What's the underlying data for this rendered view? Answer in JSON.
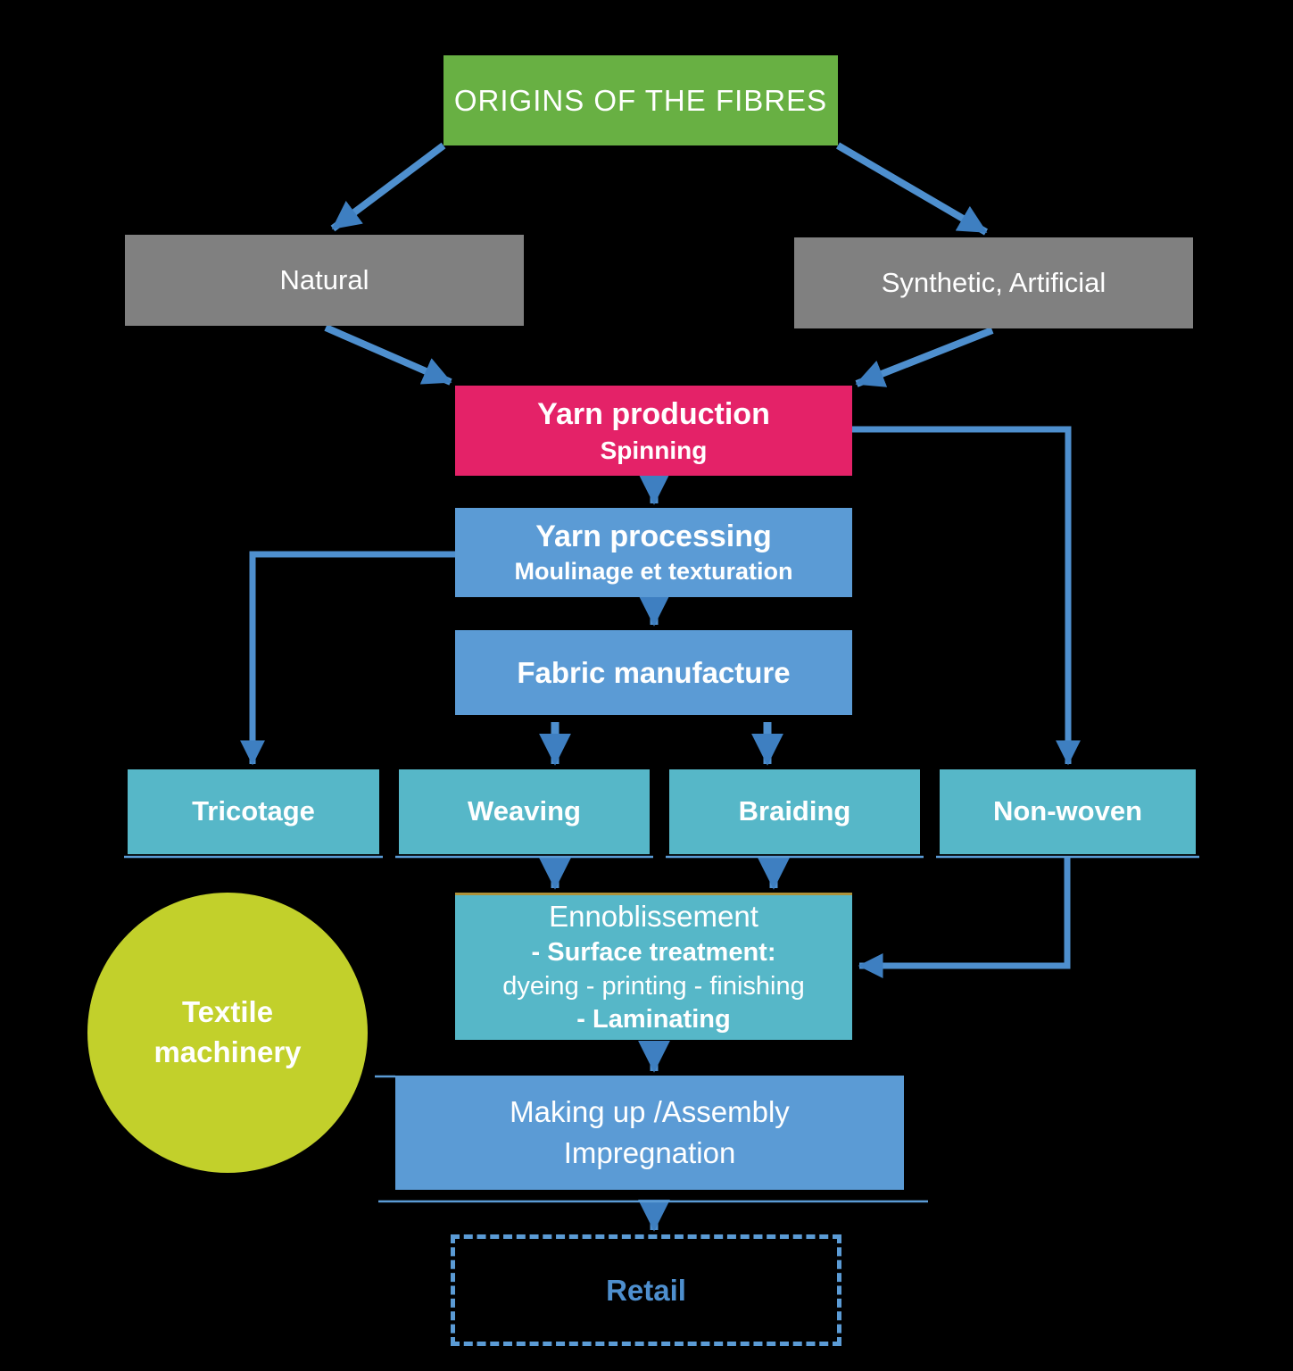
{
  "diagram_title": "ORIGINS OF THE FIBRES",
  "colors": {
    "background": "#000000",
    "origins_green": "#68B043",
    "fibre_type_gray": "#808080",
    "yarn_production_pink": "#E42268",
    "process_blue": "#5B9BD5",
    "process_teal": "#56B7C8",
    "machinery_lime": "#C2D02B",
    "arrow_blue": "#4E8FCE",
    "arrowhead_blue": "#3E7FC1",
    "ennoblissement_top_line_gold": "#AD9139",
    "retail_text_blue": "#4E8FCE"
  },
  "nodes": {
    "origins": {
      "label": "ORIGINS OF THE FIBRES"
    },
    "natural": {
      "label": "Natural"
    },
    "synthetic": {
      "label": "Synthetic, Artificial"
    },
    "yarn_production": {
      "title": "Yarn production",
      "subtitle": "Spinning"
    },
    "yarn_processing": {
      "title": "Yarn processing",
      "subtitle": "Moulinage et texturation"
    },
    "fabric_manufacture": {
      "label": "Fabric manufacture"
    },
    "tricotage": {
      "label": "Tricotage"
    },
    "weaving": {
      "label": "Weaving"
    },
    "braiding": {
      "label": "Braiding"
    },
    "non_woven": {
      "label": "Non-woven"
    },
    "ennoblissement": {
      "title": "Ennoblissement",
      "line2": "- Surface treatment:",
      "line3": "dyeing - printing - finishing",
      "line4": "- Laminating"
    },
    "making_up": {
      "line1": "Making up /Assembly",
      "line2": "Impregnation"
    },
    "retail": {
      "label": "Retail"
    },
    "textile_machinery": {
      "line1": "Textile",
      "line2": "machinery"
    }
  },
  "edges": [
    {
      "from": "origins",
      "to": "natural"
    },
    {
      "from": "origins",
      "to": "synthetic"
    },
    {
      "from": "natural",
      "to": "yarn_production"
    },
    {
      "from": "synthetic",
      "to": "yarn_production"
    },
    {
      "from": "yarn_production",
      "to": "yarn_processing"
    },
    {
      "from": "yarn_production",
      "to": "non_woven"
    },
    {
      "from": "yarn_processing",
      "to": "tricotage"
    },
    {
      "from": "yarn_processing",
      "to": "fabric_manufacture"
    },
    {
      "from": "fabric_manufacture",
      "to": "weaving"
    },
    {
      "from": "fabric_manufacture",
      "to": "braiding"
    },
    {
      "from": "weaving",
      "to": "ennoblissement"
    },
    {
      "from": "braiding",
      "to": "ennoblissement"
    },
    {
      "from": "non_woven",
      "to": "ennoblissement"
    },
    {
      "from": "ennoblissement",
      "to": "making_up"
    },
    {
      "from": "making_up",
      "to": "retail"
    }
  ]
}
